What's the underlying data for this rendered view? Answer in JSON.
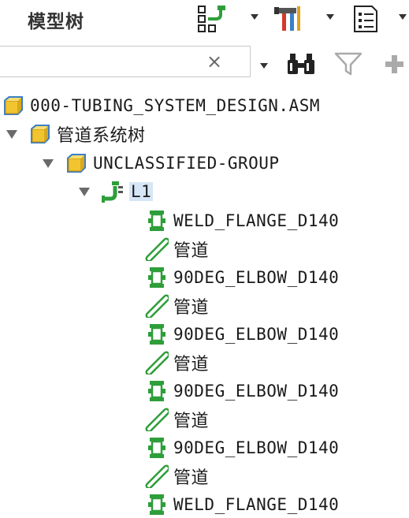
{
  "header": {
    "title": "模型树"
  },
  "search": {
    "value": "",
    "clear_glyph": "×"
  },
  "tree": {
    "root": "000-TUBING_SYSTEM_DESIGN.ASM",
    "system": "管道系统树",
    "group": "UNCLASSIFIED-GROUP",
    "line": "L1",
    "items": [
      {
        "type": "fitting",
        "label": "WELD_FLANGE_D140"
      },
      {
        "type": "pipe",
        "label": "管道"
      },
      {
        "type": "fitting",
        "label": "90DEG_ELBOW_D140"
      },
      {
        "type": "pipe",
        "label": "管道"
      },
      {
        "type": "fitting",
        "label": "90DEG_ELBOW_D140"
      },
      {
        "type": "pipe",
        "label": "管道"
      },
      {
        "type": "fitting",
        "label": "90DEG_ELBOW_D140"
      },
      {
        "type": "pipe",
        "label": "管道"
      },
      {
        "type": "fitting",
        "label": "90DEG_ELBOW_D140"
      },
      {
        "type": "pipe",
        "label": "管道"
      },
      {
        "type": "fitting",
        "label": "WELD_FLANGE_D140"
      }
    ]
  },
  "colors": {
    "accent_green": "#2e9e3a",
    "assembly_yellow": "#f2c530",
    "assembly_blue": "#3a7fc9",
    "selection": "#d6e6f7"
  }
}
